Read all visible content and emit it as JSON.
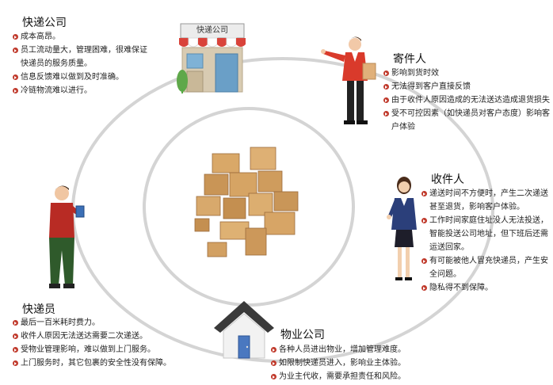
{
  "express_company": {
    "title": "快递公司",
    "sign": "快递公司",
    "items": [
      "成本高昂。",
      "员工流动量大，管理困难，很难保证",
      "快递员的服务质量。",
      "信息反馈难以做到及时准确。",
      "冷链物流难以进行。"
    ]
  },
  "sender": {
    "title": "寄件人",
    "items": [
      "影响到货时效",
      "无法得到客户直接反馈",
      "由于收件人原因造成的无法送达造成退货损失",
      "受不可控因素（如快递员对客户态度）影响客",
      "户体验"
    ]
  },
  "receiver": {
    "title": "收件人",
    "items": [
      "递送时间不方便时，产生二次递送",
      "甚至退货，影响客户体验。",
      "工作时间家庭住址没人无法投送，",
      "智能投送公司地址，但下班后还需",
      "运送回家。",
      "有可能被他人冒充快递员，产生安",
      "全问题。",
      "隐私得不到保障。"
    ]
  },
  "courier": {
    "title": "快递员",
    "items": [
      "最后一百米耗时费力。",
      "收件人原因无法送达需要二次递送。",
      "受物业管理影响，难以做到上门服务。",
      "上门服务时，其它包裹的安全性没有保障。"
    ]
  },
  "property": {
    "title": "物业公司",
    "items": [
      "各种人员进出物业，增加管理难度。",
      "如限制快递员进入，影响业主体验。",
      "为业主代收，需要承担责任和风险。"
    ]
  }
}
